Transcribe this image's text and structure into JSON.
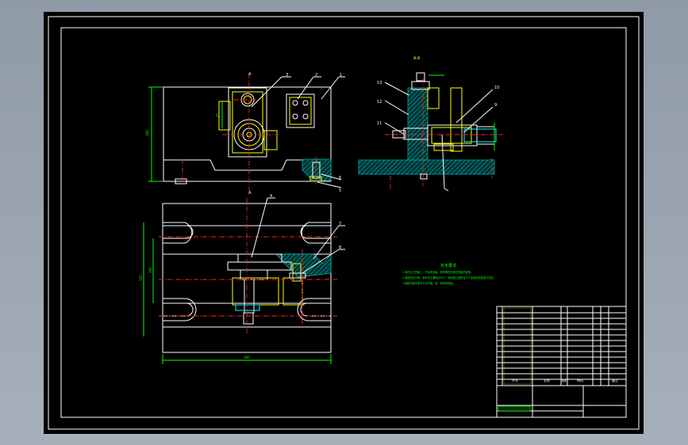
{
  "drawing": {
    "view_label_aa": "A-A",
    "tech_requirements_title": "技术要求",
    "tech_requirements_lines": [
      "1.零件加工表面上，不应有划痕、擦伤等损伤零件表面的缺陷。",
      "2.装配前应对零、部件的主要配合尺寸，特别是过盈配合尺寸及相关精度进行复查。",
      "3.装配过程中零件不允许磕、碰、划伤和锈蚀。"
    ],
    "balloons_front": [
      "3",
      "2",
      "1",
      "6",
      "5"
    ],
    "balloons_plan": [
      "4",
      "7",
      "8"
    ],
    "balloons_section": [
      "13",
      "12",
      "11",
      "10",
      "9"
    ],
    "dimensions": {
      "front_height": "180",
      "front_inner": "45",
      "plan_width": "300",
      "plan_height_outer": "150",
      "plan_height_inner": "100"
    },
    "title_block": {
      "col_code": "代号",
      "col_name": "名称",
      "col_qty": "数量",
      "col_material": "材料",
      "col_note": "备注"
    }
  },
  "colors": {
    "outline": "#ffffff",
    "detail": "#ffff00",
    "centerline": "#ff2020",
    "dimension": "#00ff00",
    "hatch": "#00aaaa"
  }
}
